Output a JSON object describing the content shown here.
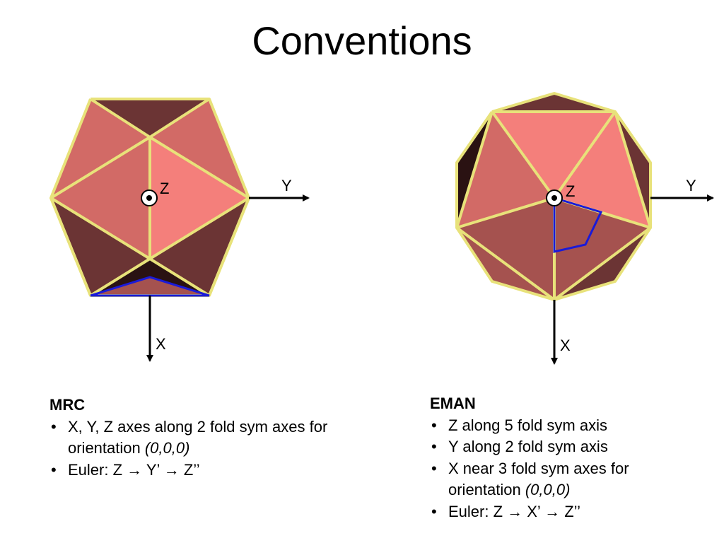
{
  "title": "Conventions",
  "colors": {
    "edge": "#e8e27a",
    "face_light": "#f47f7b",
    "face_mid": "#d26a66",
    "face_dark": "#a5524f",
    "face_darker": "#6b3434",
    "face_darkest": "#2a1212",
    "asu_outline": "#1a1ad8"
  },
  "mrc": {
    "axis_labels": {
      "z": "Z",
      "y": "Y",
      "x": "X"
    },
    "heading": "MRC",
    "bullets": [
      {
        "text": "X, Y, Z axes along 2 fold sym axes for orientation ",
        "italic": "(0,0,0)"
      },
      {
        "text": "Euler: Z → Y’ → Z’’",
        "italic": ""
      }
    ]
  },
  "eman": {
    "axis_labels": {
      "z": "Z",
      "y": "Y",
      "x": "X"
    },
    "heading": "EMAN",
    "bullets": [
      {
        "text": "Z along 5 fold sym axis",
        "italic": ""
      },
      {
        "text": "Y along 2 fold sym axis",
        "italic": ""
      },
      {
        "text": "X near 3 fold sym axes for orientation ",
        "italic": "(0,0,0)"
      },
      {
        "text": "Euler: Z → X’ → Z’’",
        "italic": ""
      }
    ]
  },
  "bullet_char": "•"
}
